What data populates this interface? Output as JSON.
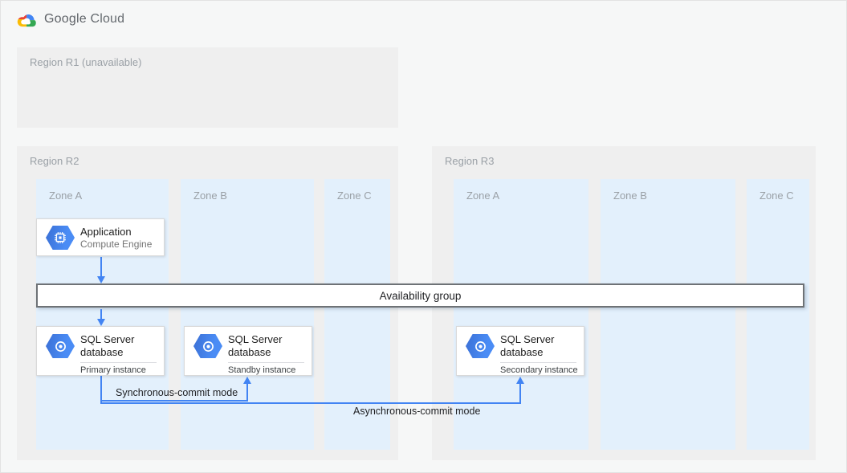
{
  "header": {
    "brand_google": "Google",
    "brand_cloud": "Cloud",
    "logo_icon": "google-cloud-logo"
  },
  "regions": {
    "r1": {
      "label": "Region R1 (unavailable)",
      "zones": []
    },
    "r2": {
      "label": "Region R2",
      "zones": [
        {
          "label": "Zone A"
        },
        {
          "label": "Zone B"
        },
        {
          "label": "Zone C"
        }
      ]
    },
    "r3": {
      "label": "Region R3",
      "zones": [
        {
          "label": "Zone A"
        },
        {
          "label": "Zone B"
        },
        {
          "label": "Zone C"
        }
      ]
    }
  },
  "nodes": {
    "application": {
      "title": "Application",
      "subtitle": "Compute Engine",
      "icon": "compute-engine-icon"
    },
    "availability_group": {
      "label": "Availability group"
    },
    "db_primary": {
      "title": "SQL Server database",
      "instance": "Primary instance",
      "icon": "sql-server-database-icon"
    },
    "db_standby": {
      "title": "SQL Server database",
      "instance": "Standby instance",
      "icon": "sql-server-database-icon"
    },
    "db_secondary": {
      "title": "SQL Server database",
      "instance": "Secondary instance",
      "icon": "sql-server-database-icon"
    }
  },
  "edges": {
    "sync": {
      "label": "Synchronous-commit mode"
    },
    "async": {
      "label": "Asynchronous-commit mode"
    }
  },
  "colors": {
    "accent_blue": "#4284f3",
    "zone_fill": "#e3f0fc",
    "region_fill": "#efefef",
    "page_bg": "#f6f7f7",
    "bar_border": "#6e7276",
    "text_dark": "#202124",
    "text_gray": "#757575",
    "label_gray": "#9aa0a6"
  }
}
